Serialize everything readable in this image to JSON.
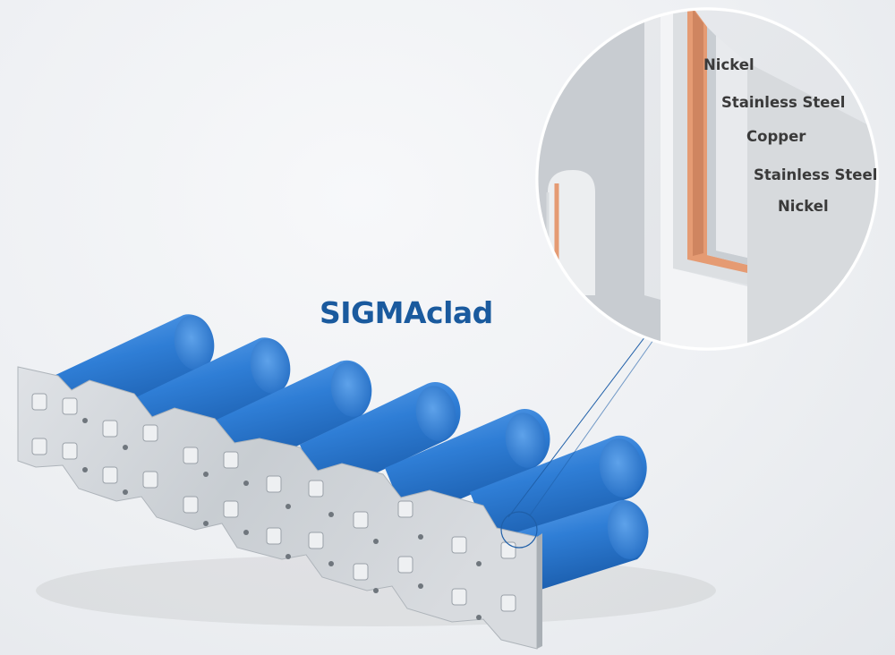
{
  "product": {
    "name": "SIGMAclad"
  },
  "cross_section": {
    "layers": [
      {
        "label": "Nickel",
        "color": "#d9dcdf"
      },
      {
        "label": "Stainless Steel",
        "color": "#c7ccd1"
      },
      {
        "label": "Copper",
        "color": "#e8a07a"
      },
      {
        "label": "Stainless Steel",
        "color": "#c7ccd1"
      },
      {
        "label": "Nickel",
        "color": "#d9dcdf"
      }
    ]
  },
  "colors": {
    "brand_text": "#1a5a9e",
    "cell_blue": "#2f7ed6",
    "busbar_metal": "#c9ced3",
    "copper": "#e59b73"
  }
}
